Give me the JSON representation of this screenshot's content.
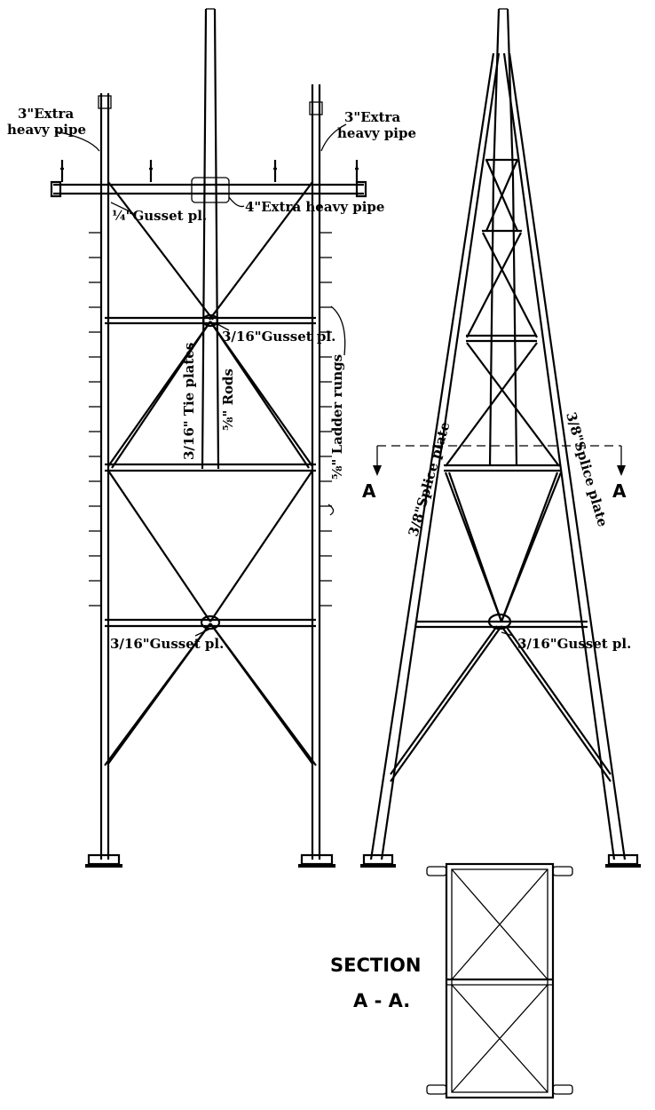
{
  "front_elevation": {
    "left_pipe_label_line1": "3\"Extra",
    "left_pipe_label_line2": "heavy pipe",
    "right_pipe_label_line1": "3\"Extra",
    "right_pipe_label_line2": "heavy pipe",
    "top_gusset_label": "¼\"Gusset pl.",
    "crossarm_label": "4\"Extra heavy pipe",
    "mid_gusset_label": "3/16\"Gusset pl.",
    "tie_plates_label": "3/16\" Tie plates",
    "rods_label": "⅝\" Rods",
    "ladder_rungs_label": "⅝\" Ladder rungs",
    "lower_gusset_label": "3/16\"Gusset pl."
  },
  "side_elevation": {
    "left_splice_label": "3/8\"Splice plate",
    "right_splice_label": "3/8\"Splice plate",
    "section_marker_left": "A",
    "section_marker_right": "A",
    "gusset_label": "3/16\"Gusset pl."
  },
  "section_view": {
    "title_line1": "SECTION",
    "title_line2": "A - A."
  }
}
